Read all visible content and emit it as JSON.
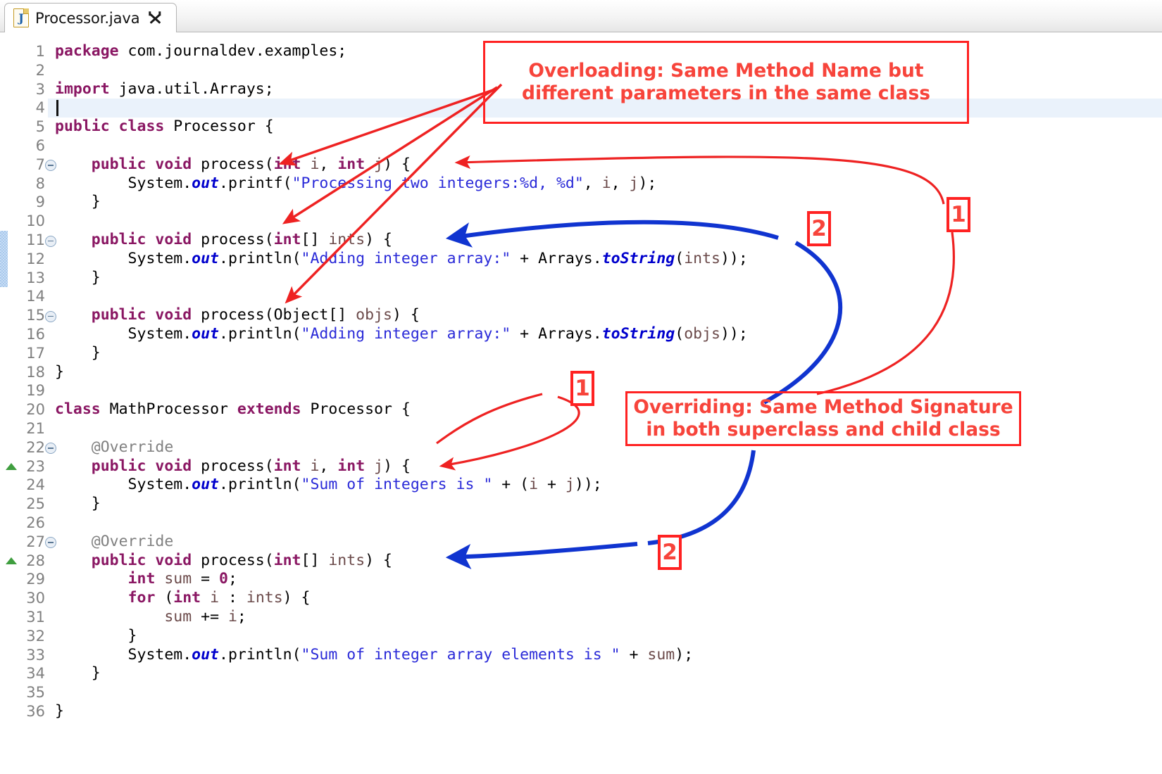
{
  "window": {
    "tab": {
      "title": "Processor.java",
      "file_icon": "java-file-icon",
      "close_icon": "close-icon"
    }
  },
  "editor": {
    "language": "java",
    "current_line": 4,
    "change_bar_lines": [
      11,
      12,
      13
    ],
    "folding_marker_lines": [
      7,
      11,
      15,
      22,
      27
    ],
    "override_marker_lines": [
      23,
      28
    ],
    "lines": [
      {
        "n": "1",
        "html": "<span class=\"kw\">package</span> com.journaldev.examples;"
      },
      {
        "n": "2",
        "html": ""
      },
      {
        "n": "3",
        "html": "<span class=\"kw\">import</span> java.util.Arrays;"
      },
      {
        "n": "4",
        "html": ""
      },
      {
        "n": "5",
        "html": "<span class=\"kw\">public class</span> Processor {"
      },
      {
        "n": "6",
        "html": ""
      },
      {
        "n": "7",
        "html": "    <span class=\"kw\">public void</span> process(<span class=\"kw\">int</span> <span class=\"prm\">i</span>, <span class=\"kw\">int</span> <span class=\"prm\">j</span>) {"
      },
      {
        "n": "8",
        "html": "        System.<span class=\"fld\">out</span>.printf(<span class=\"str\">\"Processing two integers:%d, %d\"</span>, <span class=\"prm\">i</span>, <span class=\"prm\">j</span>);"
      },
      {
        "n": "9",
        "html": "    }"
      },
      {
        "n": "10",
        "html": ""
      },
      {
        "n": "11",
        "html": "    <span class=\"kw\">public void</span> process(<span class=\"kw\">int</span>[] <span class=\"prm\">ints</span>) {"
      },
      {
        "n": "12",
        "html": "        System.<span class=\"fld\">out</span>.println(<span class=\"str\">\"Adding integer array:\"</span> + Arrays.<span class=\"fld\">toString</span>(<span class=\"prm\">ints</span>));"
      },
      {
        "n": "13",
        "html": "    }"
      },
      {
        "n": "14",
        "html": ""
      },
      {
        "n": "15",
        "html": "    <span class=\"kw\">public void</span> process(Object[] <span class=\"prm\">objs</span>) {"
      },
      {
        "n": "16",
        "html": "        System.<span class=\"fld\">out</span>.println(<span class=\"str\">\"Adding integer array:\"</span> + Arrays.<span class=\"fld\">toString</span>(<span class=\"prm\">objs</span>));"
      },
      {
        "n": "17",
        "html": "    }"
      },
      {
        "n": "18",
        "html": "}"
      },
      {
        "n": "19",
        "html": ""
      },
      {
        "n": "20",
        "html": "<span class=\"kw\">class</span> MathProcessor <span class=\"kw\">extends</span> Processor {"
      },
      {
        "n": "21",
        "html": ""
      },
      {
        "n": "22",
        "html": "    <span class=\"ann\">@Override</span>"
      },
      {
        "n": "23",
        "html": "    <span class=\"kw\">public void</span> process(<span class=\"kw\">int</span> <span class=\"prm\">i</span>, <span class=\"kw\">int</span> <span class=\"prm\">j</span>) {"
      },
      {
        "n": "24",
        "html": "        System.<span class=\"fld\">out</span>.println(<span class=\"str\">\"Sum of integers is \"</span> + (<span class=\"prm\">i</span> + <span class=\"prm\">j</span>));"
      },
      {
        "n": "25",
        "html": "    }"
      },
      {
        "n": "26",
        "html": ""
      },
      {
        "n": "27",
        "html": "    <span class=\"ann\">@Override</span>"
      },
      {
        "n": "28",
        "html": "    <span class=\"kw\">public void</span> process(<span class=\"kw\">int</span>[] <span class=\"prm\">ints</span>) {"
      },
      {
        "n": "29",
        "html": "        <span class=\"kw\">int</span> <span class=\"prm\">sum</span> = <span class=\"kw\">0</span>;"
      },
      {
        "n": "30",
        "html": "        <span class=\"kw\">for</span> (<span class=\"kw\">int</span> <span class=\"prm\">i</span> : <span class=\"prm\">ints</span>) {"
      },
      {
        "n": "31",
        "html": "            <span class=\"prm\">sum</span> += <span class=\"prm\">i</span>;"
      },
      {
        "n": "32",
        "html": "        }"
      },
      {
        "n": "33",
        "html": "        System.<span class=\"fld\">out</span>.println(<span class=\"str\">\"Sum of integer array elements is \"</span> + <span class=\"prm\">sum</span>);"
      },
      {
        "n": "34",
        "html": "    }"
      },
      {
        "n": "35",
        "html": ""
      },
      {
        "n": "36",
        "html": "}"
      }
    ]
  },
  "annotations": {
    "overloading_box": "Overloading: Same Method Name but different parameters in the same class",
    "overriding_box": "Overriding: Same Method Signature in both superclass and child class",
    "markers": [
      {
        "label": "1",
        "color": "#f22",
        "group": "overloading-right"
      },
      {
        "label": "2",
        "color": "#f22",
        "group": "overriding-top"
      },
      {
        "label": "1",
        "color": "#f22",
        "group": "overloading-bottom"
      },
      {
        "label": "2",
        "color": "#f22",
        "group": "overriding-bottom"
      }
    ]
  },
  "colors": {
    "keyword": "#8a1763",
    "string": "#2a2ad8",
    "field": "#0000cd",
    "parameter": "#6b4a4a",
    "annotation_gray": "#808080",
    "callout_red": "#f7443b",
    "arrow_red": "#ee2222",
    "arrow_blue": "#1034d0",
    "current_line_bg": "#eaf2fb",
    "change_bar": "#a8c8ec"
  }
}
